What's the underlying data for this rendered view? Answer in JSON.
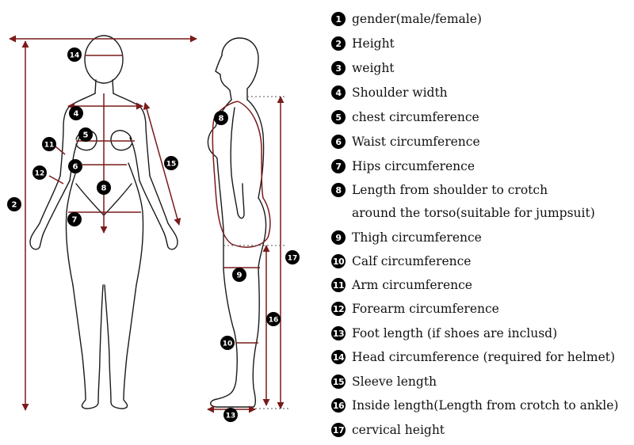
{
  "legend": {
    "items": [
      {
        "num": "1",
        "label": "gender(male/female)"
      },
      {
        "num": "2",
        "label": "Height"
      },
      {
        "num": "3",
        "label": "weight"
      },
      {
        "num": "4",
        "label": "Shoulder width"
      },
      {
        "num": "5",
        "label": "chest circumference"
      },
      {
        "num": "6",
        "label": "Waist circumference"
      },
      {
        "num": "7",
        "label": "Hips circumference"
      },
      {
        "num": "8",
        "label": "Length from shoulder to crotch",
        "continuation": "around the torso(suitable for jumpsuit)"
      },
      {
        "num": "9",
        "label": "Thigh circumference"
      },
      {
        "num": "10",
        "label": "Calf circumference"
      },
      {
        "num": "11",
        "label": "Arm circumference"
      },
      {
        "num": "12",
        "label": "Forearm circumference"
      },
      {
        "num": "13",
        "label": "Foot length (if shoes are inclusd)"
      },
      {
        "num": "14",
        "label": "Head circumference (required for helmet)"
      },
      {
        "num": "15",
        "label": "Sleeve length"
      },
      {
        "num": "16",
        "label": "Inside length(Length from crotch to ankle)"
      },
      {
        "num": "17",
        "label": "cervical height"
      }
    ]
  },
  "figure_badges": {
    "front": [
      "14",
      "4",
      "5",
      "11",
      "6",
      "12",
      "8",
      "7",
      "2",
      "15"
    ],
    "side": [
      "8",
      "9",
      "17",
      "16",
      "10",
      "13"
    ]
  },
  "colors": {
    "measure_line": "#7a1a1a",
    "outline": "#1a1a1a",
    "badge": "#000000",
    "dotted": "#555555"
  }
}
